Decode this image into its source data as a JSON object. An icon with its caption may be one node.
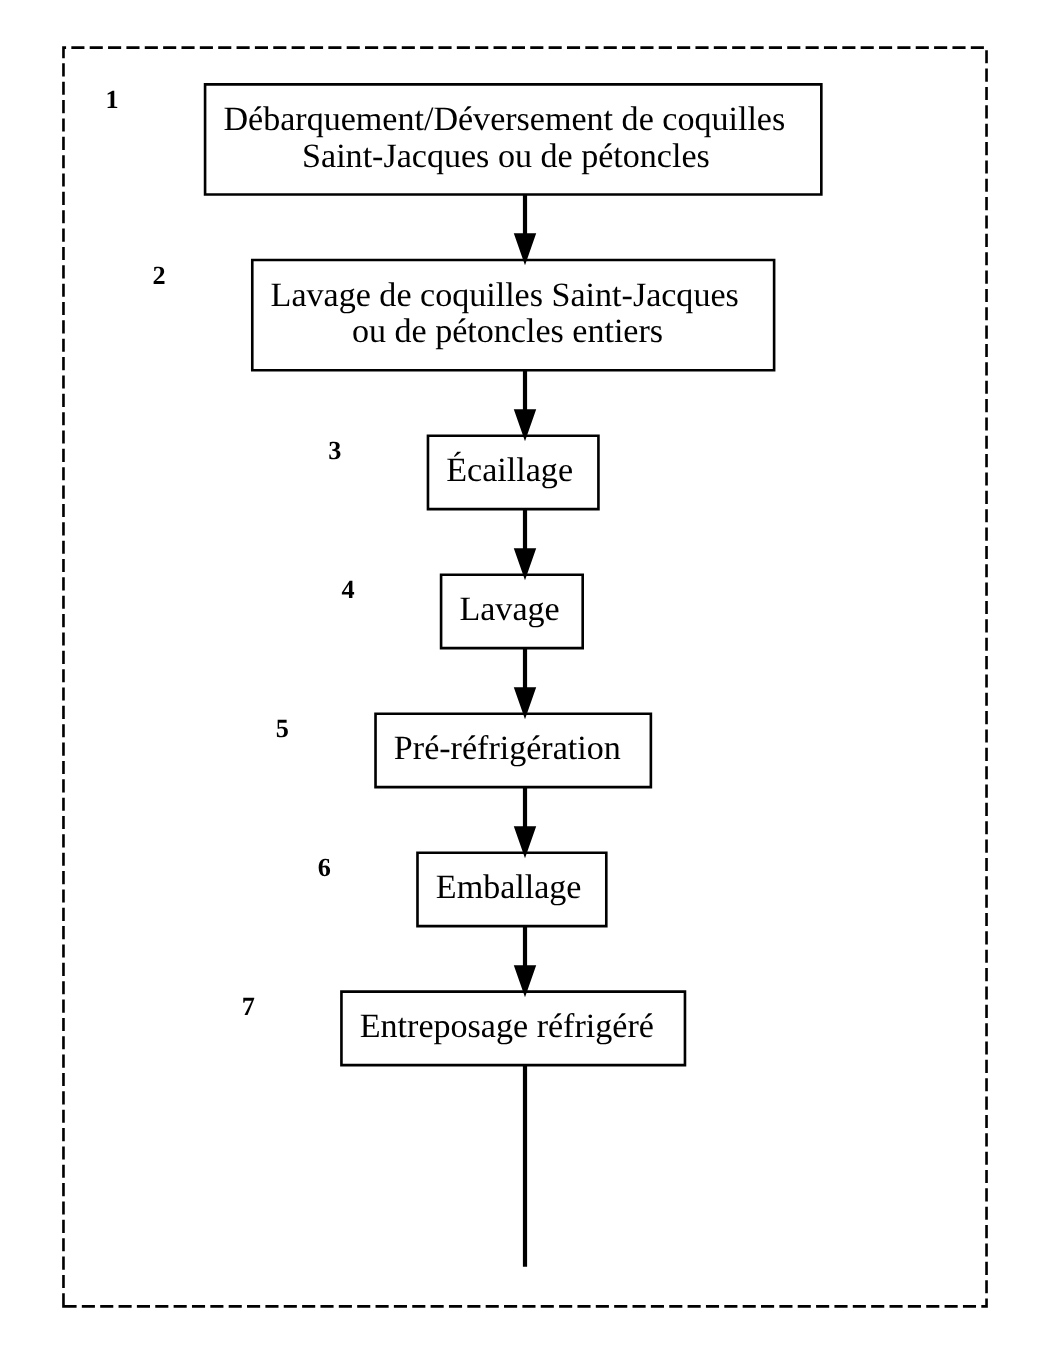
{
  "diagram": {
    "nodes": [
      {
        "text": [],
        "shape": "box"
      },
      {
        "text": [
          "Débarquement/Déversement de coquilles Saint-Jacques ou de pétoncles"
        ],
        "beside": [
          "1"
        ],
        "in": 0
      },
      {
        "text": [
          "Lavage de coquilles Saint-Jacques ou de pétoncles entiers"
        ],
        "beside": [
          "2"
        ],
        "in": 0
      },
      {
        "text": [
          "Écaillage"
        ],
        "beside": [
          "3"
        ],
        "in": 0
      },
      {
        "text": [
          "Lavage"
        ],
        "beside": [
          "4"
        ],
        "in": 0
      },
      {
        "text": [
          "Pré-réfrigération"
        ],
        "beside": [
          "5"
        ],
        "in": 0
      },
      {
        "text": [
          "Emballage"
        ],
        "beside": [
          "6"
        ],
        "in": 0
      },
      {
        "text": [
          "Entreposage réfrigéré"
        ],
        "beside": [
          "7"
        ],
        "in": 0
      }
    ],
    "edges": [
      {
        "from": 1,
        "to": 2,
        "arrow": "to"
      },
      {
        "from": 2,
        "to": 3,
        "arrow": "to"
      },
      {
        "from": 3,
        "to": 4,
        "arrow": "to"
      },
      {
        "from": 4,
        "to": 5,
        "arrow": "to"
      },
      {
        "from": 5,
        "to": 6,
        "arrow": "to"
      },
      {
        "from": 6,
        "to": 7,
        "arrow": "to"
      },
      {
        "from": 7,
        "to": null,
        "arrow": "none"
      }
    ]
  }
}
